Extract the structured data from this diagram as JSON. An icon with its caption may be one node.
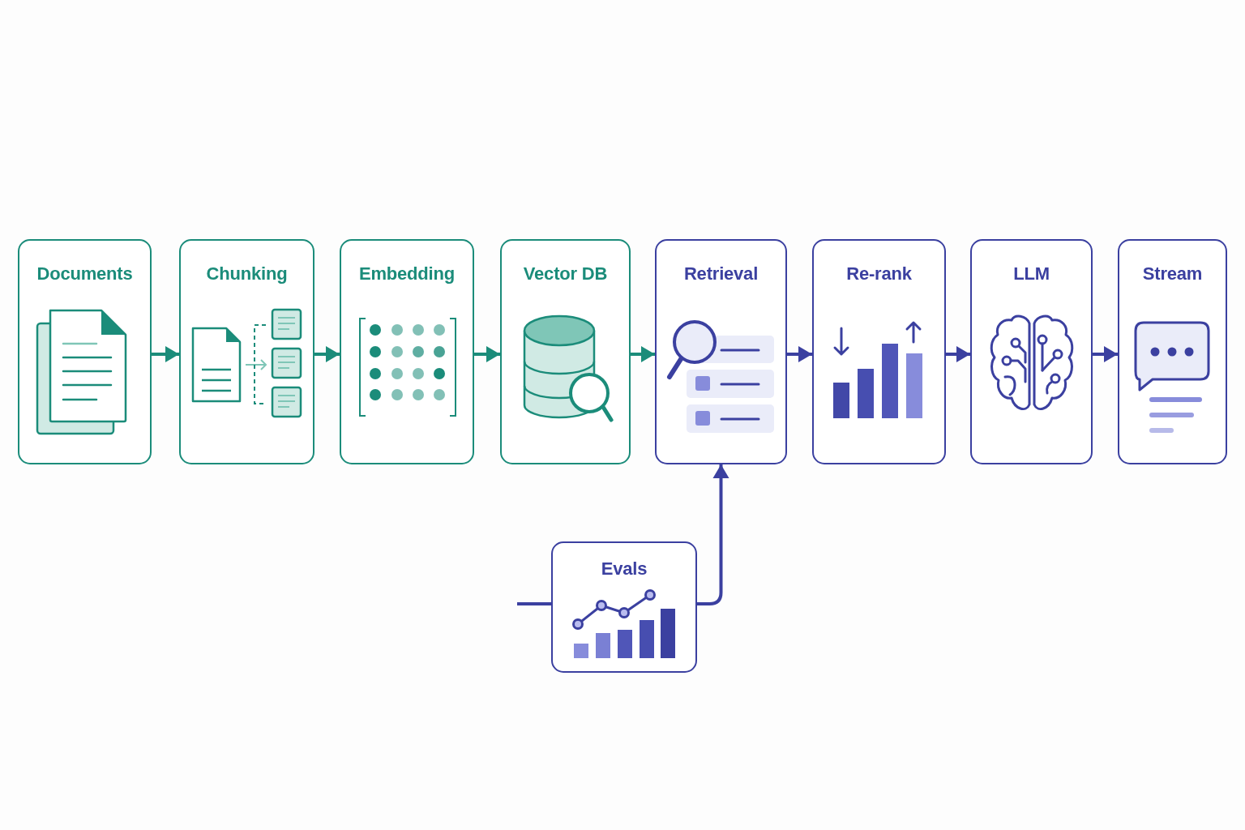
{
  "diagram": {
    "nodes": [
      {
        "text": [
          "Documents"
        ]
      },
      {
        "text": [
          "Chunking"
        ]
      },
      {
        "text": [
          "Embedding"
        ]
      },
      {
        "text": [
          "Vector DB"
        ]
      },
      {
        "text": [
          "Retrieval"
        ]
      },
      {
        "text": [
          "Re-rank"
        ]
      },
      {
        "text": [
          "LLM"
        ]
      },
      {
        "text": [
          "Stream"
        ]
      },
      {
        "text": [
          "Evals"
        ]
      }
    ],
    "edges": [
      {
        "from": 0,
        "to": 1,
        "arrow": "to",
        "color": "#1b8c7a"
      },
      {
        "from": 1,
        "to": 2,
        "arrow": "to",
        "color": "#1b8c7a"
      },
      {
        "from": 2,
        "to": 3,
        "arrow": "to",
        "color": "#1b8c7a"
      },
      {
        "from": 3,
        "to": 4,
        "arrow": "to",
        "color": "#1b8c7a"
      },
      {
        "from": 4,
        "to": 5,
        "arrow": "to"
      },
      {
        "from": 5,
        "to": 6,
        "arrow": "to"
      },
      {
        "from": 6,
        "to": 7,
        "arrow": "to"
      },
      {
        "from": 8,
        "to": 4,
        "arrow": "to"
      },
      {
        "from": null,
        "to": 8,
        "arrow": "none"
      }
    ]
  }
}
